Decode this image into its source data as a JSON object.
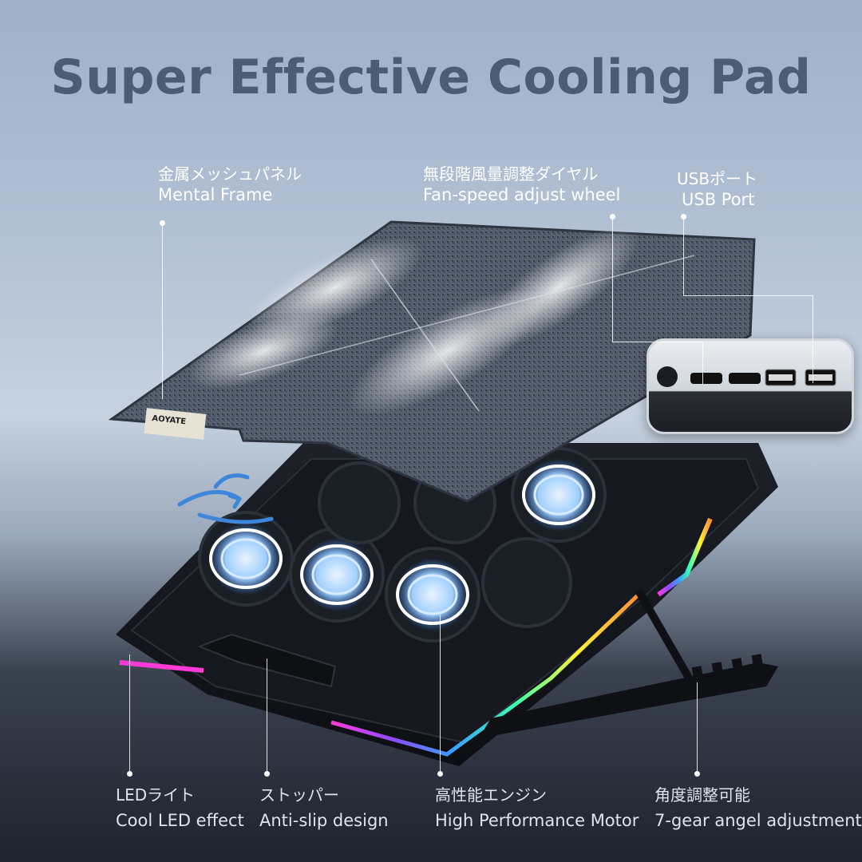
{
  "title": "Super Effective Cooling Pad",
  "brand_plate": "AOYATE",
  "callouts_top": [
    {
      "jp": "金属メッシュパネル",
      "en": "Mental Frame"
    },
    {
      "jp": "無段階風量調整ダイヤル",
      "en": "Fan-speed adjust wheel"
    },
    {
      "jp": "USBポート",
      "en": "USB Port"
    }
  ],
  "callouts_bottom": [
    {
      "jp": "LEDライト",
      "en": "Cool LED effect"
    },
    {
      "jp": "ストッパー",
      "en": "Anti-slip design"
    },
    {
      "jp": "高性能エンジン",
      "en": "High Performance Motor"
    },
    {
      "jp": "角度調整可能",
      "en": "7-gear angel adjustment"
    }
  ],
  "colors": {
    "title": "#4d5c70",
    "label": "#ffffff",
    "led_rainbow": [
      "#ff3ad6",
      "#8a4dff",
      "#3aa0ff",
      "#3affb0",
      "#fff23a",
      "#ff8a3a"
    ]
  },
  "icons": [
    "fan-icon",
    "airflow-arrow-icon",
    "usb-port-icon",
    "speed-dial-icon"
  ]
}
